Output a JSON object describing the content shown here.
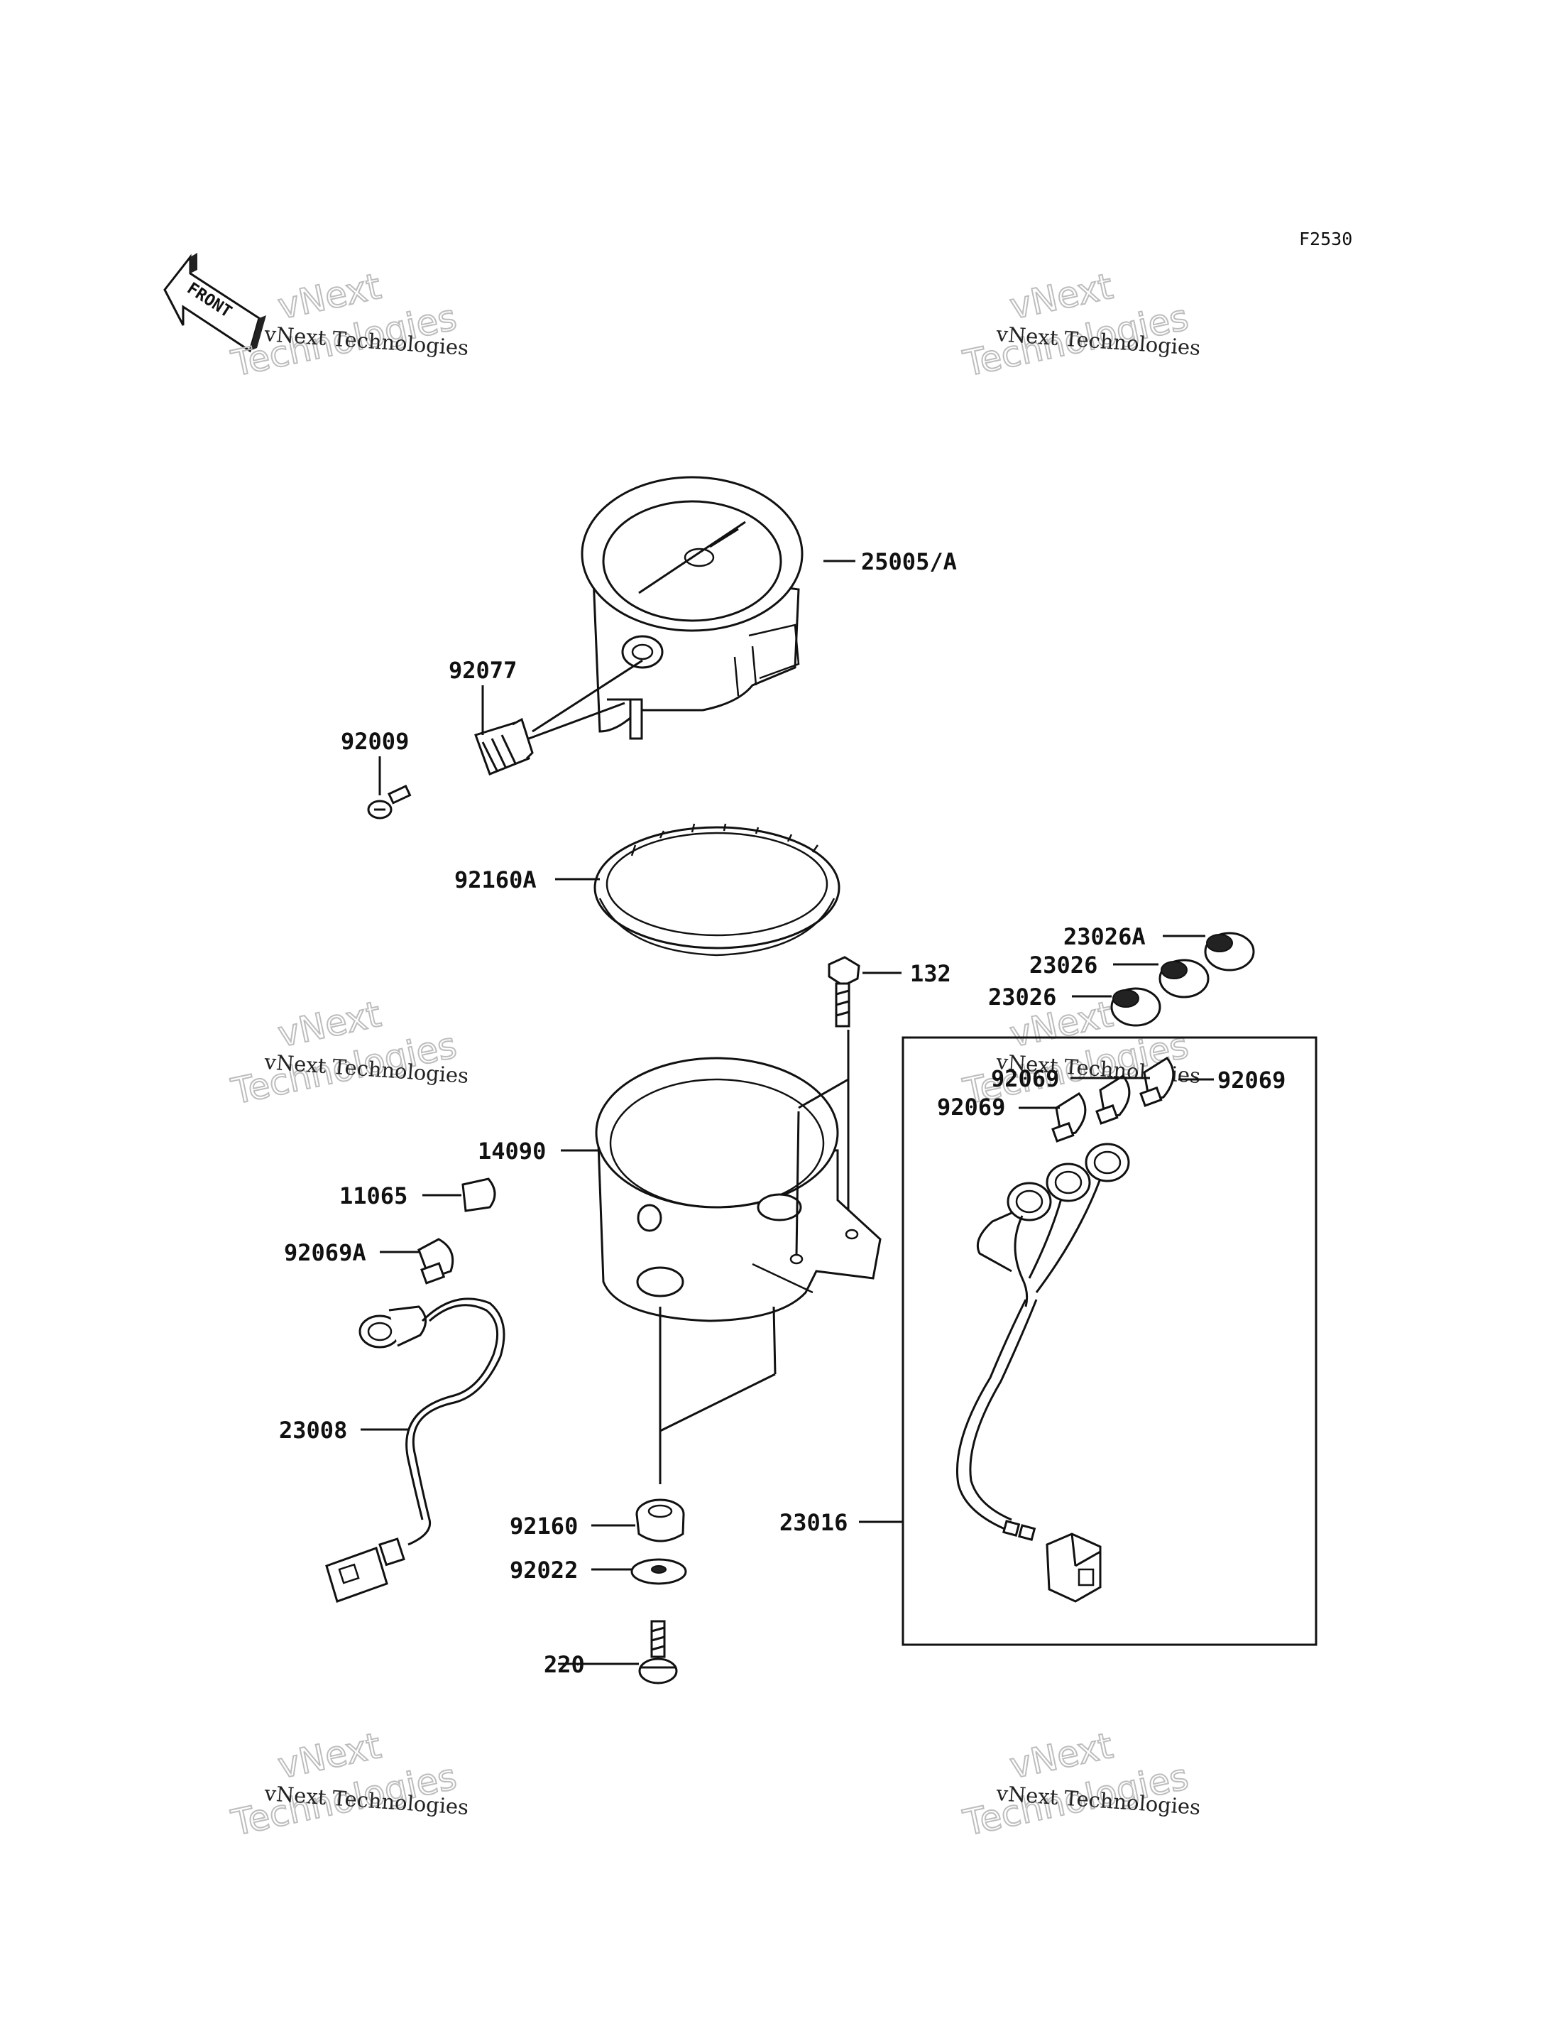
{
  "figure_id": "F2530",
  "front_label": "FRONT",
  "watermark": {
    "line1": "vNext Technologies",
    "line2a": "vNext",
    "line2b": "Technologies"
  },
  "parts": {
    "p25005A": "25005/A",
    "p92077": "92077",
    "p92009": "92009",
    "p92160A": "92160A",
    "p132": "132",
    "p23026A": "23026A",
    "p23026_1": "23026",
    "p23026_2": "23026",
    "p92069_1": "92069",
    "p92069_2": "92069",
    "p92069_3": "92069",
    "p14090": "14090",
    "p11065": "11065",
    "p92069A": "92069A",
    "p23008": "23008",
    "p92160": "92160",
    "p92022": "92022",
    "p220": "220",
    "p23016": "23016"
  }
}
